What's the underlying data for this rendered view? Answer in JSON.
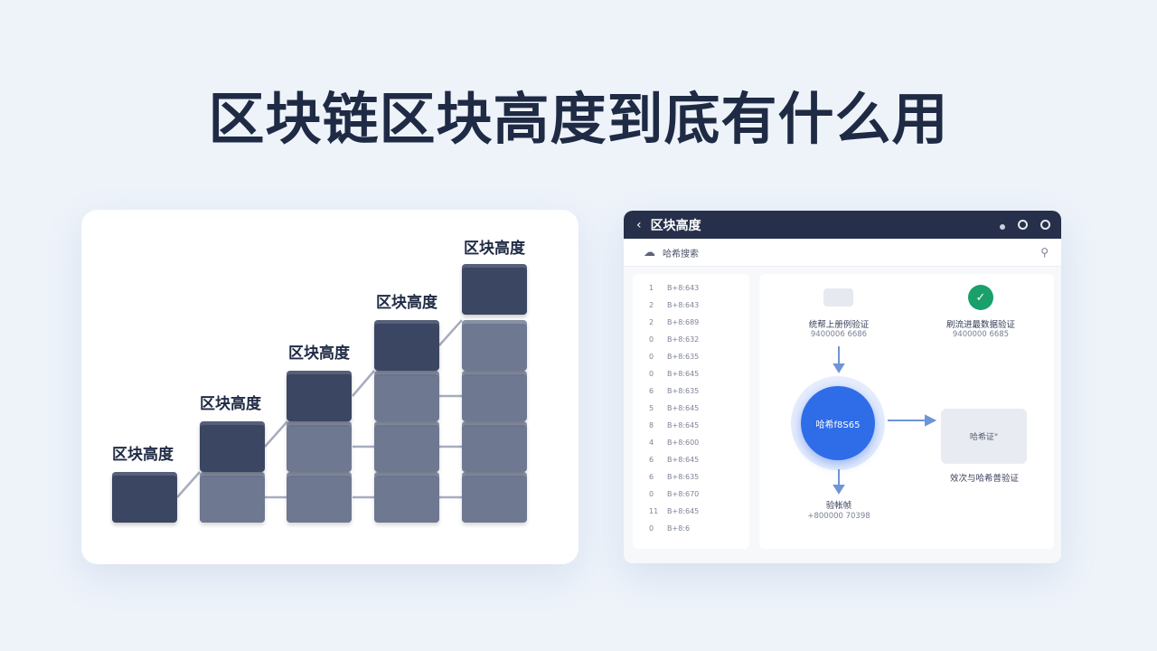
{
  "headline": "区块链区块高度到底有什么用",
  "stairs": {
    "label": "区块高度",
    "steps": [
      1,
      2,
      3,
      4,
      5
    ]
  },
  "app": {
    "title": "区块高度",
    "toolbar": {
      "label": "哈希搜索",
      "icon": "cloud-icon",
      "search_icon": "search-icon"
    },
    "list": [
      {
        "num": "1",
        "text": "B+8:643"
      },
      {
        "num": "2",
        "text": "B+8:643"
      },
      {
        "num": "2",
        "text": "B+8:689"
      },
      {
        "num": "0",
        "text": "B+8:632"
      },
      {
        "num": "0",
        "text": "B+8:635"
      },
      {
        "num": "0",
        "text": "B+8:645"
      },
      {
        "num": "6",
        "text": "B+8:635"
      },
      {
        "num": "5",
        "text": "B+8:645"
      },
      {
        "num": "8",
        "text": "B+8:645"
      },
      {
        "num": "4",
        "text": "B+8:600"
      },
      {
        "num": "6",
        "text": "B+8:645"
      },
      {
        "num": "6",
        "text": "B+8:635"
      },
      {
        "num": "0",
        "text": "B+8:670"
      },
      {
        "num": "11",
        "text": "B+8:645"
      },
      {
        "num": "0",
        "text": "B+8:6"
      }
    ],
    "detail": {
      "left_title": "统帮上册例验证",
      "left_value": "9400006 6686",
      "right_title": "刷流进最数据验证",
      "right_value": "9400000 6685",
      "center_label": "哈希f8S65",
      "result_label": "哈希证\"",
      "result_caption": "效次与哈希普验证",
      "bottom_title": "验帐帧",
      "bottom_value": "+800000 70398"
    }
  }
}
